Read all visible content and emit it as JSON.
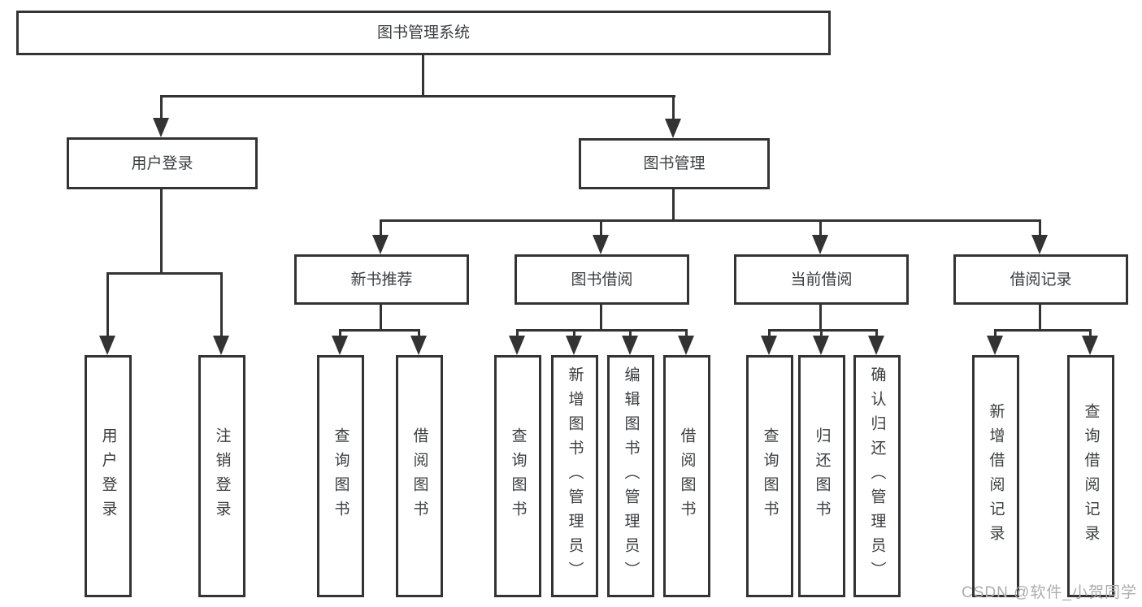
{
  "diagram": {
    "type": "org-tree",
    "root": {
      "label": "图书管理系统",
      "children": [
        {
          "label": "用户登录",
          "children": [
            {
              "label": "用户登录"
            },
            {
              "label": "注销登录"
            }
          ]
        },
        {
          "label": "图书管理",
          "children": [
            {
              "label": "新书推荐",
              "children": [
                {
                  "label": "查询图书"
                },
                {
                  "label": "借阅图书"
                }
              ]
            },
            {
              "label": "图书借阅",
              "children": [
                {
                  "label": "查询图书"
                },
                {
                  "label": "新增图书（管理员）"
                },
                {
                  "label": "编辑图书（管理员）"
                },
                {
                  "label": "借阅图书"
                }
              ]
            },
            {
              "label": "当前借阅",
              "children": [
                {
                  "label": "查询图书"
                },
                {
                  "label": "归还图书"
                },
                {
                  "label": "确认归还（管理员）"
                }
              ]
            },
            {
              "label": "借阅记录",
              "children": [
                {
                  "label": "新增借阅记录"
                },
                {
                  "label": "查询借阅记录"
                }
              ]
            }
          ]
        }
      ]
    },
    "colors": {
      "line": "#333333",
      "text": "#3b3d40",
      "background": "#ffffff",
      "watermark": "#adadad"
    }
  },
  "watermark": {
    "text": "CSDN @软件_小贺同学"
  }
}
